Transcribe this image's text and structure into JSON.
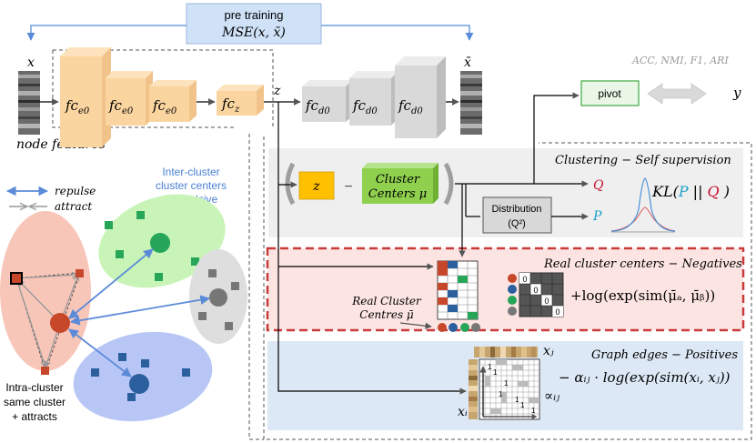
{
  "pretraining": {
    "title": "pre training",
    "loss": "MSE(x, x̄)"
  },
  "input": {
    "x_label": "x",
    "node_features": "node features"
  },
  "encoder": {
    "l1": {
      "base": "fc",
      "sub": "e0"
    },
    "l2": {
      "base": "fc",
      "sub": "e0"
    },
    "l3": {
      "base": "fc",
      "sub": "e0"
    },
    "l4": {
      "base": "fc",
      "sub": "z"
    }
  },
  "z_label": "z",
  "decoder": {
    "l1": {
      "base": "fc",
      "sub": "d0"
    },
    "l2": {
      "base": "fc",
      "sub": "d0"
    },
    "l3": {
      "base": "fc",
      "sub": "d0"
    }
  },
  "xbar_label": "x̄",
  "pivot": {
    "label": "pivot"
  },
  "metrics": {
    "label": "ACC, NMI, F1, ARI",
    "y_label": "y"
  },
  "clustering": {
    "title": "Clustering − Self supervision",
    "z_box": "z",
    "minus": "−",
    "centers_line1": "Cluster",
    "centers_line2": "Centers μ",
    "distribution_line1": "Distribution",
    "distribution_line2": "(Q²)",
    "q": "Q",
    "p": "P",
    "kl_prefix": "KL(",
    "kl_p": "P",
    "kl_mid": " || ",
    "kl_q": "Q",
    "kl_suffix": " )"
  },
  "negatives": {
    "title": "Real cluster centers  − Negatives",
    "real_centres_line1": "Real Cluster",
    "real_centres_line2": "Centres μ̄",
    "formula": "+log(exp(sim(μ̄ₐ, μ̄ᵦ))",
    "zero": "0"
  },
  "positives": {
    "title": "Graph edges − Positives",
    "formula": "−  αᵢⱼ · log(exp(sim(xᵢ, xⱼ))",
    "xj": "xⱼ",
    "xi": "xᵢ",
    "alpha": "∝ᵢⱼ",
    "one": "1"
  },
  "legend": {
    "repulse": "repulse",
    "attract": "attract"
  },
  "inter_cluster": {
    "line1": "Inter-cluster",
    "line2": "cluster centers",
    "line3": "− repulsive"
  },
  "intra_cluster": {
    "line1": "Intra-cluster",
    "line2": "same cluster",
    "line3": "+ attracts"
  },
  "colors": {
    "encoder": "#fbd5a0",
    "decoder": "#d9d9d9",
    "pretrain_box": "#cfe2f8",
    "clustering_bg": "#efefef",
    "negatives_bg": "#fbe4e2",
    "positives_bg": "#dce8f5",
    "z_box": "#ffc000",
    "centers_box": "#8fd14f",
    "red_cluster": "#f8c6b8",
    "green_cluster": "#c9f4b8",
    "gray_cluster": "#dedede",
    "blue_cluster": "#b8c6f5",
    "arrow_blue": "#5b8bd8",
    "p_color": "#1aa0c8",
    "q_color": "#c8102e"
  }
}
